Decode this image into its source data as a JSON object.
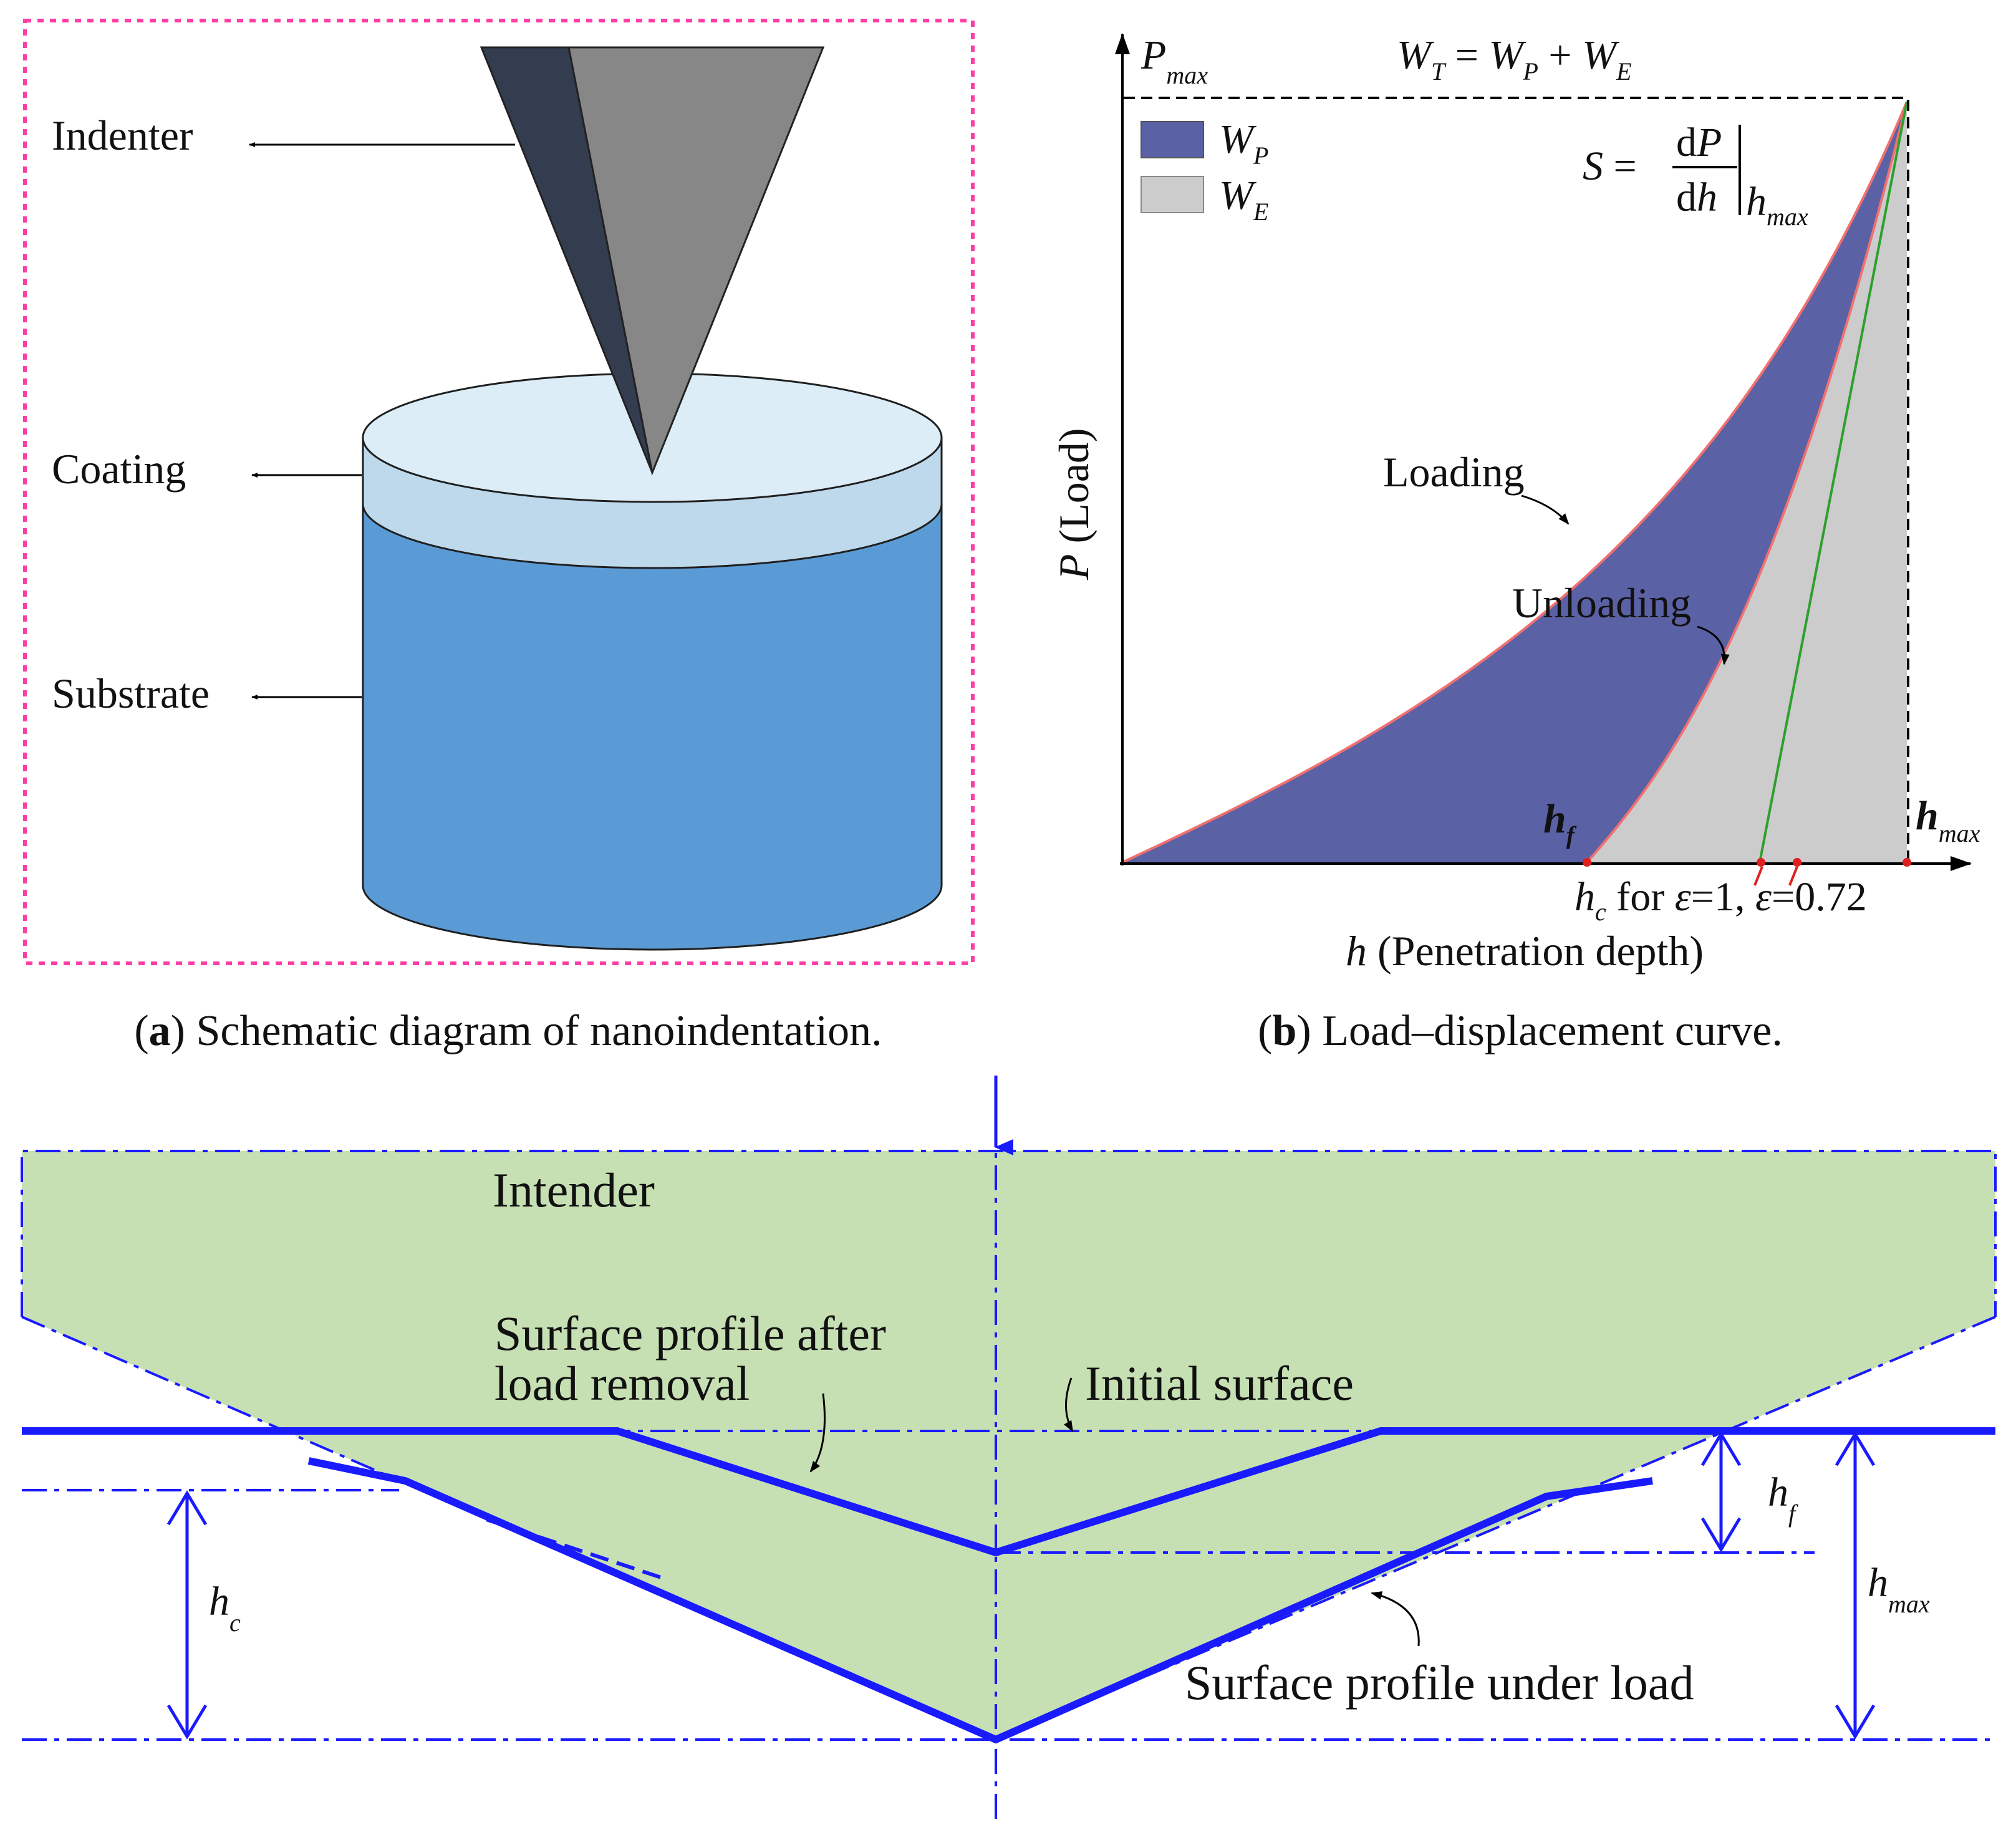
{
  "panel_a": {
    "labels": {
      "indenter": "Indenter",
      "coating": "Coating",
      "substrate": "Substrate"
    },
    "caption_letter": "a",
    "caption_text": " Schematic diagram of nanoindentation.",
    "colors": {
      "border": "#ff3ea5",
      "indenter_dark": "#333d4f",
      "indenter_light": "#878787",
      "coating": "#bfd9ec",
      "coating_top": "#dcedf8",
      "substrate": "#5b9bd5"
    }
  },
  "panel_b": {
    "p_max": {
      "main": "P",
      "sub": "max"
    },
    "wt_eq": {
      "wt": "W",
      "wt_sub": "T",
      "eq": " = ",
      "wp": "W",
      "wp_sub": "P",
      "plus": " + ",
      "we": "W",
      "we_sub": "E"
    },
    "legend": {
      "wp_main": "W",
      "wp_sub": "P",
      "we_main": "W",
      "we_sub": "E"
    },
    "stiffness": {
      "s": "S",
      "eq": " = ",
      "num_d": "d",
      "num_p": "P",
      "den_d": "d",
      "den_h": "h",
      "eval_h": "h",
      "eval_sub": "max"
    },
    "loading": "Loading",
    "unloading": "Unloading",
    "hf": {
      "main": "h",
      "sub": "f"
    },
    "hmax": {
      "main": "h",
      "sub": "max"
    },
    "hc": {
      "main": "h",
      "sub": "c",
      "rest": " for ",
      "eps1": "ε",
      "val1": "=1, ",
      "eps2": "ε",
      "val2": "=0.72"
    },
    "ylabel": {
      "sym": "P",
      "text": " (Load)"
    },
    "xlabel": {
      "sym": "h",
      "text": " (Penetration depth)"
    },
    "caption_letter": "b",
    "caption_text": " Load–displacement curve.",
    "colors": {
      "wp": "#5b61a5",
      "we": "#cccccc",
      "curve": "#f07070",
      "tangent": "#2ca02c",
      "points": "#e02020"
    }
  },
  "panel_c": {
    "intender": "Intender",
    "after_removal_l1": "Surface profile after",
    "after_removal_l2": "load removal",
    "initial_surface": "Initial surface",
    "under_load": "Surface profile under load",
    "hf": {
      "main": "h",
      "sub": "f"
    },
    "hc": {
      "main": "h",
      "sub": "c"
    },
    "hmax": {
      "main": "h",
      "sub": "max"
    },
    "colors": {
      "fill": "#c6e0b4",
      "line": "#1a1aff"
    }
  }
}
